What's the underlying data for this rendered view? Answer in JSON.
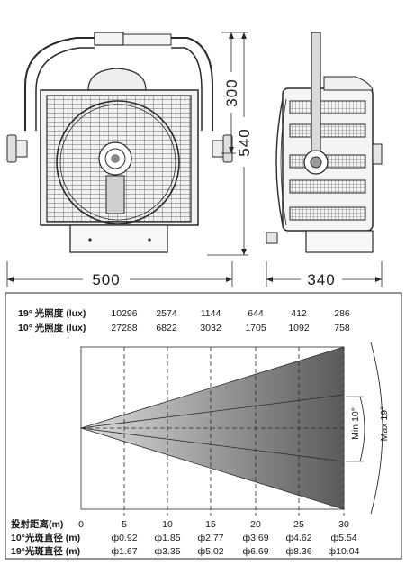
{
  "drawing": {
    "dims": {
      "front_width": "500",
      "height_lower": "300",
      "height_total": "540",
      "side_width": "340"
    }
  },
  "beam": {
    "rows": [
      {
        "label": "19° 光照度 (lux)",
        "values": [
          "10296",
          "2574",
          "1144",
          "644",
          "412",
          "286"
        ]
      },
      {
        "label": "10° 光照度 (lux)",
        "values": [
          "27288",
          "6822",
          "3032",
          "1705",
          "1092",
          "758"
        ]
      }
    ],
    "distance_label": "投射距离(m)",
    "distances": [
      "0",
      "5",
      "10",
      "15",
      "20",
      "25",
      "30"
    ],
    "spot10_label": "10°光斑直径 (m)",
    "spot10": [
      "ф0.92",
      "ф1.85",
      "ф2.77",
      "ф3.69",
      "ф4.62",
      "ф5.54"
    ],
    "spot19_label": "19°光斑直径 (m)",
    "spot19": [
      "ф1.67",
      "ф3.35",
      "ф5.02",
      "ф6.69",
      "ф8.36",
      "ф10.04"
    ],
    "min_label": "Min 10°",
    "max_label": "Max 19°",
    "colors": {
      "cone_dark": "#5a5a5a",
      "cone_light": "#dcdcdc"
    }
  }
}
